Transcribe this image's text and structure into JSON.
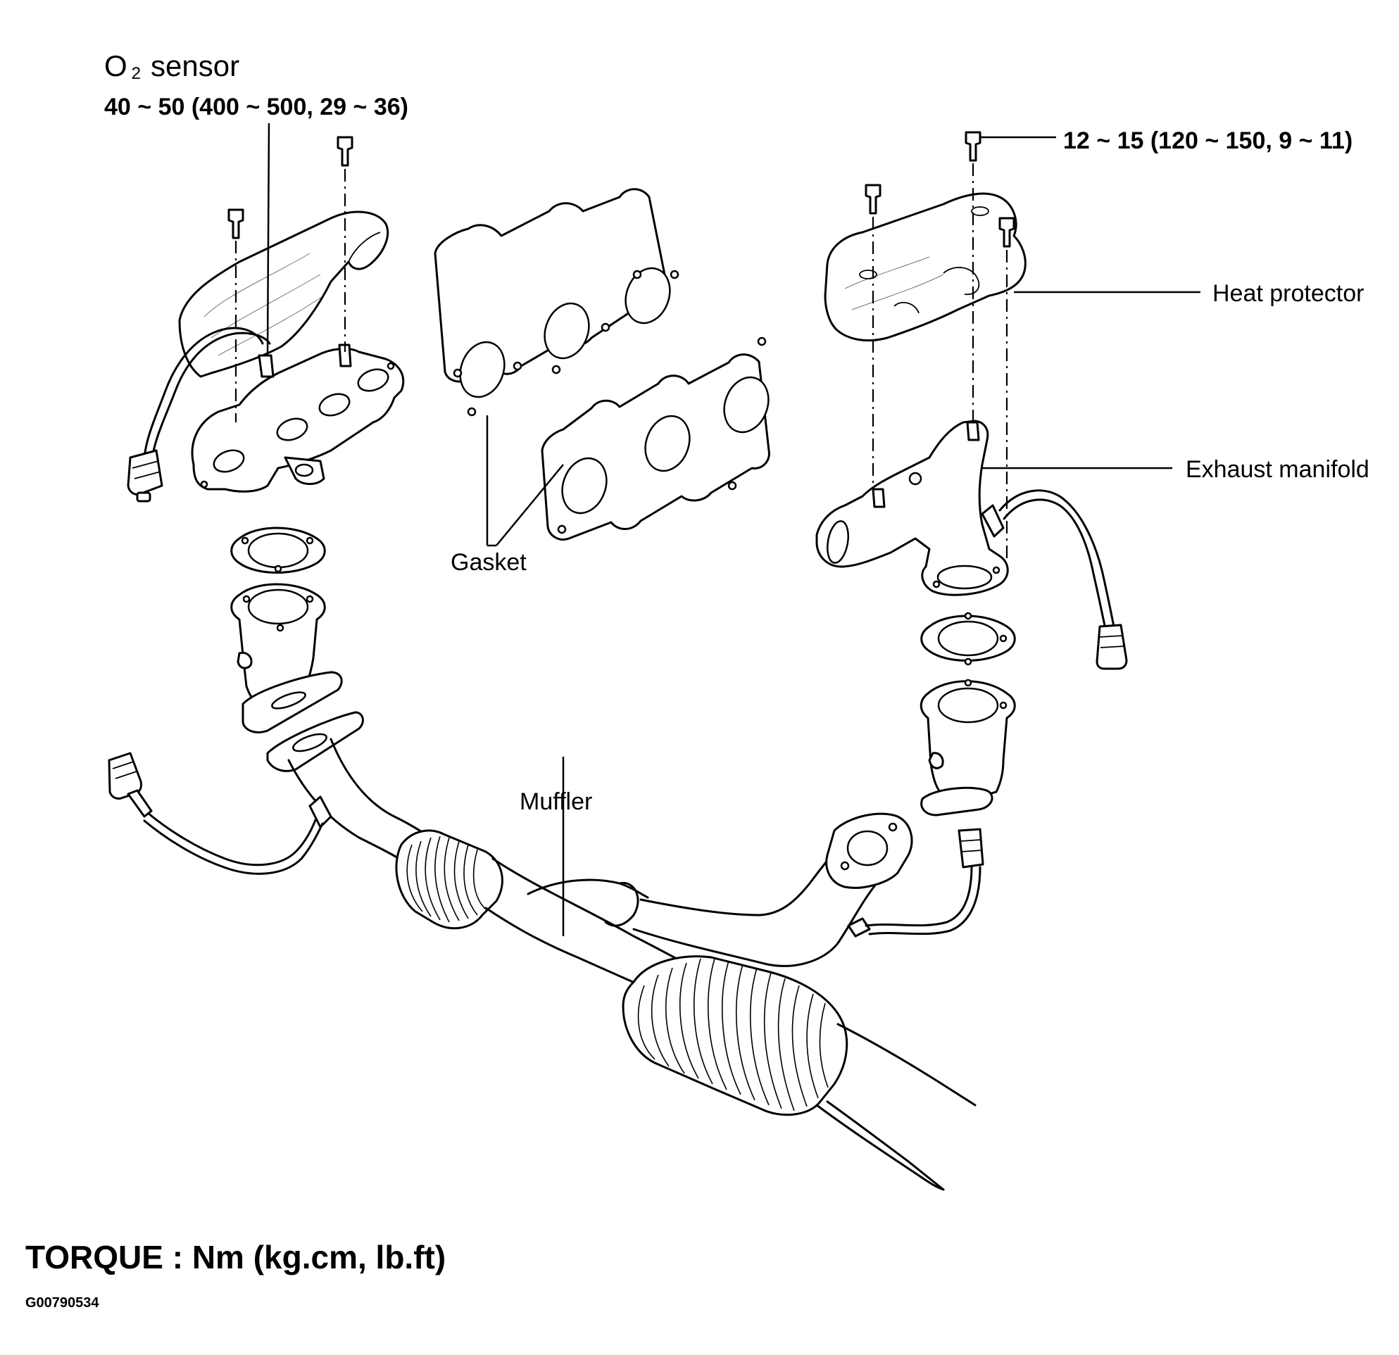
{
  "labels": {
    "o2_sensor_prefix": "O",
    "o2_sensor_sub": "2",
    "o2_sensor_word": "sensor",
    "o2_sensor_torque": "40 ~ 50 (400 ~ 500, 29 ~ 36)",
    "bolt_torque": "12 ~ 15 (120 ~ 150, 9 ~ 11)",
    "heat_protector": "Heat protector",
    "exhaust_manifold": "Exhaust manifold",
    "gasket": "Gasket",
    "muffler": "Muffler"
  },
  "footer": {
    "torque_units": "TORQUE : Nm (kg.cm, lb.ft)",
    "figure_code": "G00790534"
  }
}
